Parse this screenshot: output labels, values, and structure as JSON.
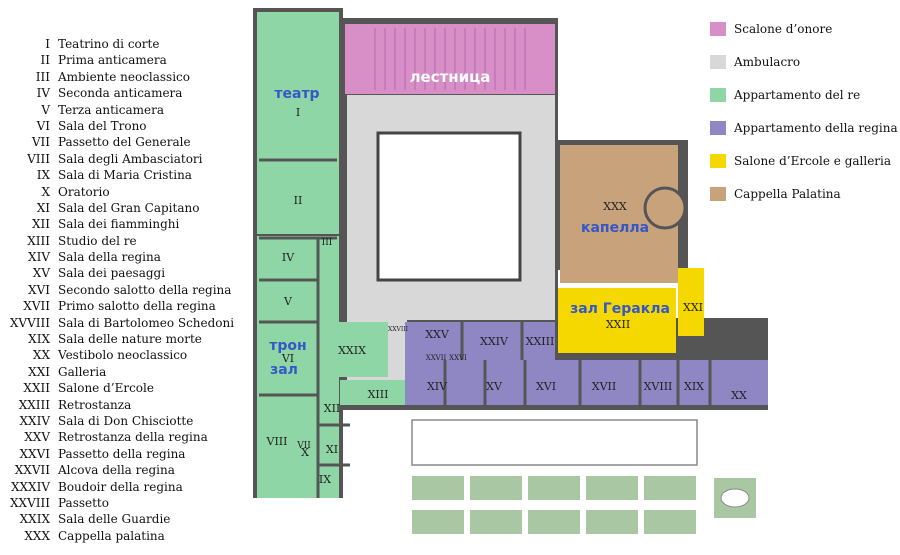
{
  "rooms": [
    {
      "num": "I",
      "name": "Teatrino di corte"
    },
    {
      "num": "II",
      "name": "Prima anticamera"
    },
    {
      "num": "III",
      "name": "Ambiente neoclassico"
    },
    {
      "num": "IV",
      "name": "Seconda anticamera"
    },
    {
      "num": "V",
      "name": "Terza anticamera"
    },
    {
      "num": "VI",
      "name": "Sala del Trono"
    },
    {
      "num": "VII",
      "name": "Passetto del Generale"
    },
    {
      "num": "VIII",
      "name": "Sala degli Ambasciatori"
    },
    {
      "num": "IX",
      "name": "Sala di Maria Cristina"
    },
    {
      "num": "X",
      "name": "Oratorio"
    },
    {
      "num": "XI",
      "name": "Sala del Gran Capitano"
    },
    {
      "num": "XII",
      "name": "Sala dei fiamminghi"
    },
    {
      "num": "XIII",
      "name": "Studio del re"
    },
    {
      "num": "XIV",
      "name": "Sala della regina"
    },
    {
      "num": "XV",
      "name": "Sala dei paesaggi"
    },
    {
      "num": "XVI",
      "name": "Secondo salotto della regina"
    },
    {
      "num": "XVII",
      "name": "Primo salotto della regina"
    },
    {
      "num": "XVVIII",
      "name": "Sala di Bartolomeo Schedoni"
    },
    {
      "num": "XIX",
      "name": "Sala delle nature morte"
    },
    {
      "num": "XX",
      "name": "Vestibolo neoclassico"
    },
    {
      "num": "XXI",
      "name": "Galleria"
    },
    {
      "num": "XXII",
      "name": "Salone d’Ercole"
    },
    {
      "num": "XXIII",
      "name": "Retrostanza"
    },
    {
      "num": "XXIV",
      "name": "Sala di Don Chisciotte"
    },
    {
      "num": "XXV",
      "name": "Retrostanza della regina"
    },
    {
      "num": "XXVI",
      "name": "Passetto della regina"
    },
    {
      "num": "XXVII",
      "name": "Alcova della regina"
    },
    {
      "num": "XXXIV",
      "name": "Boudoir della regina"
    },
    {
      "num": "XXVIII",
      "name": "Passetto"
    },
    {
      "num": "XXIX",
      "name": "Sala delle Guardie"
    },
    {
      "num": "XXX",
      "name": "Cappella palatina"
    }
  ],
  "key": [
    {
      "label": "Scalone d’onore",
      "color": "#d88fc8"
    },
    {
      "label": "Ambulacro",
      "color": "#d8d8d8"
    },
    {
      "label": "Appartamento del re",
      "color": "#8fd6a6"
    },
    {
      "label": "Appartamento della regina",
      "color": "#8f86c4"
    },
    {
      "label": "Salone d’Ercole e galleria",
      "color": "#f5d800"
    },
    {
      "label": "Cappella Palatina",
      "color": "#c8a27a"
    }
  ],
  "map_labels": {
    "stair": "лестница",
    "theatre": "театр",
    "chapel": "капелла",
    "hercules": "зал Геракла",
    "throne_1": "трон",
    "throne_2": "зал"
  },
  "plan_numbers": {
    "I": "I",
    "II": "II",
    "III": "III",
    "IV": "IV",
    "V": "V",
    "VI": "VI",
    "VII": "VII",
    "VIII": "VIII",
    "IX": "IX",
    "X": "X",
    "XI": "XI",
    "XII": "XII",
    "XIII": "XIII",
    "XIV": "XIV",
    "XV": "XV",
    "XVI": "XVI",
    "XVII": "XVII",
    "XVIII": "XVIII",
    "XIX": "XIX",
    "XX": "XX",
    "XXI": "XXI",
    "XXII": "XXII",
    "XXIII": "XXIII",
    "XXIV": "XXIV",
    "XXV": "XXV",
    "XXVI": "XXVI",
    "XXVII": "XXVII",
    "XXVIII": "XXVIII",
    "XXIX": "XXIX",
    "XXX": "XXX"
  }
}
